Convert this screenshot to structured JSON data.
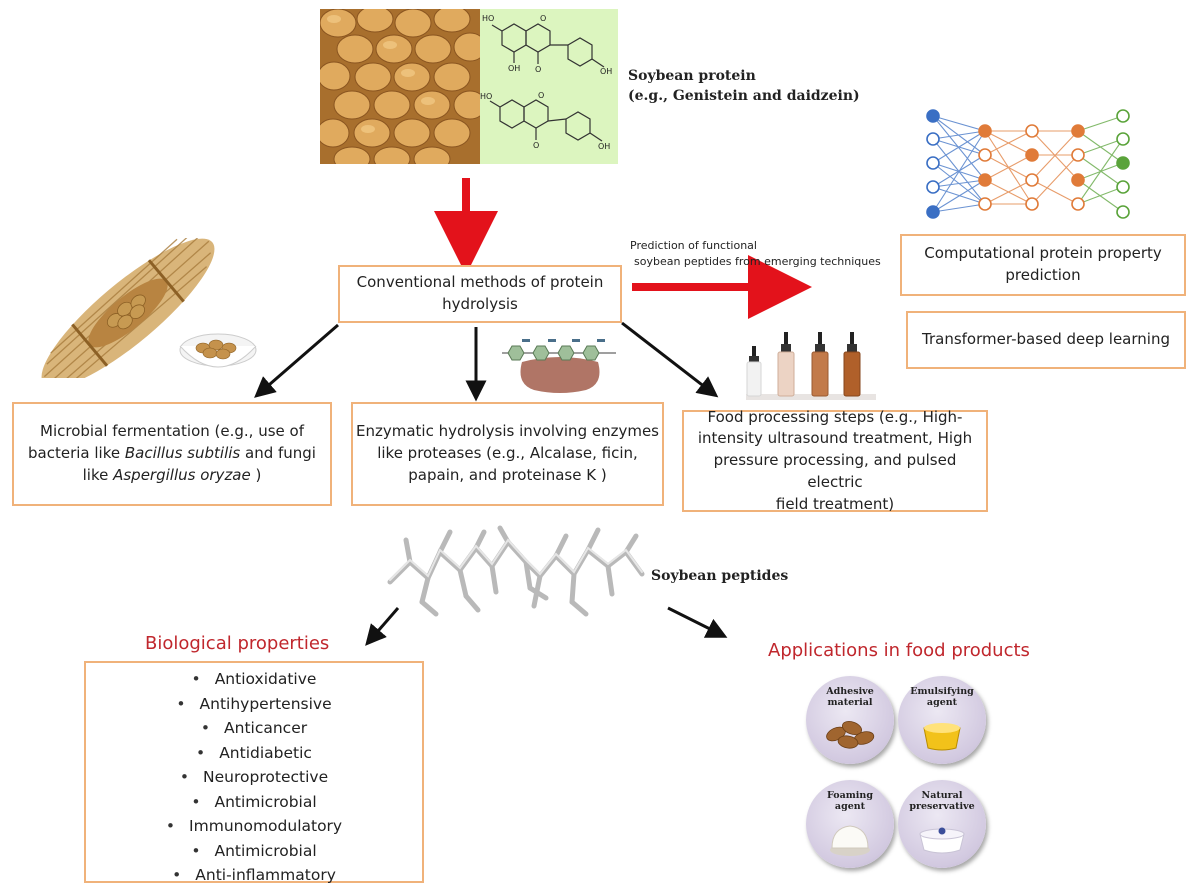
{
  "soy_protein": {
    "label_line1": "Soybean protein",
    "label_line2": "(e.g., Genistein and daidzein)",
    "chem_ho1": "HO",
    "chem_oh1": "OH",
    "chem_oh2": "OH",
    "chem_ho2": "HO",
    "chem_oh3": "OH",
    "chem_o1": "O",
    "chem_o2": "O",
    "chem_o3": "O",
    "chem_o4": "O"
  },
  "prediction_label_line1": "Prediction of functional",
  "prediction_label_line2": "soybean peptides from emerging techniques",
  "central_box": {
    "line1": "Conventional methods of protein",
    "line2": "hydrolysis"
  },
  "computational_box": {
    "line1": "Computational protein property",
    "line2": "prediction"
  },
  "transformer_box": {
    "text": "Transformer-based deep learning"
  },
  "microbial_box": {
    "line1": "Microbial fermentation (e.g., use of",
    "line2_a": "bacteria like ",
    "line2_italic": "Bacillus subtilis",
    "line2_b": " and fungi",
    "line3_a": "like ",
    "line3_italic": "Aspergillus oryzae",
    "line3_b": " )"
  },
  "enzymatic_box": {
    "line1": "Enzymatic hydrolysis involving enzymes",
    "line2": "like proteases (e.g., Alcalase, ficin,",
    "line3": "papain, and proteinase K )"
  },
  "food_box": {
    "line1": "Food processing steps (e.g., High-",
    "line2": "intensity ultrasound treatment, High",
    "line3": "pressure processing, and pulsed electric",
    "line4": "field treatment)"
  },
  "soybean_peptides_label": "Soybean peptides",
  "biological_title": "Biological properties",
  "biological_items": [
    "Antioxidative",
    "Antihypertensive",
    "Anticancer",
    "Antidiabetic",
    "Neuroprotective",
    "Antimicrobial",
    "Immunomodulatory",
    "Antimicrobial",
    "Anti-inflammatory"
  ],
  "applications_title": "Applications in food products",
  "applications": {
    "adhesive_line1": "Adhesive",
    "adhesive_line2": "material",
    "emulsifying_line1": "Emulsifying",
    "emulsifying_line2": "agent",
    "foaming_line1": "Foaming",
    "foaming_line2": "agent",
    "natural_line1": "Natural",
    "natural_line2": "preservative"
  },
  "colors": {
    "box_border": "#f0b27a",
    "red_arrow": "#e3121b",
    "title_red": "#c0272d",
    "nn_blue": "#3a6fc4",
    "nn_orange": "#e07b39",
    "nn_green": "#5aa33a"
  },
  "icons": [
    "soybeans-photo",
    "isoflavone-structures",
    "natto-bundle-photo",
    "enzyme-peptide-icon",
    "serum-bottles-photo",
    "neural-network-icon",
    "peptide-3d-structure",
    "food-application-circles"
  ]
}
